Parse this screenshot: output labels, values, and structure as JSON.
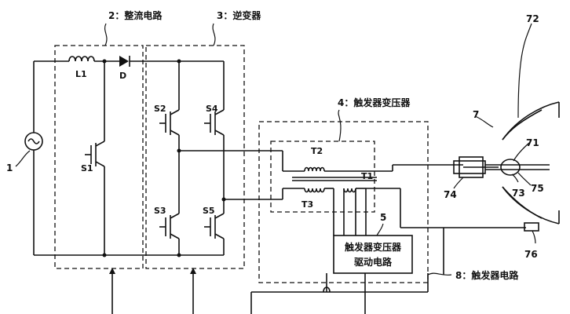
{
  "labels": {
    "rectifier": "2：整流电路",
    "inverter": "3：逆变器",
    "trigger_transformer": "4：触发器变压器",
    "trigger_circuit": "8：触发器电路",
    "driver_line1": "触发器变压器",
    "driver_line2": "驱动电路",
    "driver_ref": "5",
    "lamp_ref": "7",
    "source_ref": "1",
    "L1": "L1",
    "D": "D",
    "S1": "S1",
    "S2": "S2",
    "S3": "S3",
    "S4": "S4",
    "S5": "S5",
    "T1": "T1",
    "T2": "T2",
    "T3": "T3",
    "ref_71": "71",
    "ref_72": "72",
    "ref_73": "73",
    "ref_74": "74",
    "ref_75": "75",
    "ref_76": "76"
  }
}
